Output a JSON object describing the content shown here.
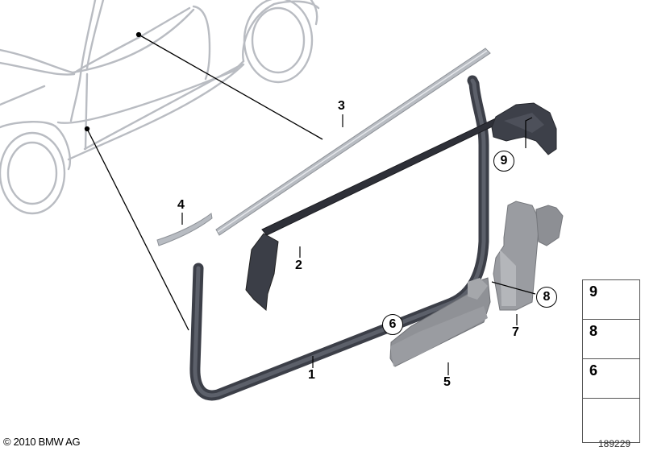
{
  "diagram": {
    "type": "exploded parts diagram",
    "subject": "Door weatherstrip and sill trim parts (MINI convertible side view)",
    "callouts": [
      {
        "id": "1",
        "label": "1",
        "style": "plain",
        "part": "door seal (lower/front)"
      },
      {
        "id": "2",
        "label": "2",
        "style": "plain",
        "part": "window channel seal with bracket"
      },
      {
        "id": "3",
        "label": "3",
        "style": "plain",
        "part": "outer trim strip (long)"
      },
      {
        "id": "4",
        "label": "4",
        "style": "plain",
        "part": "outer trim strip (short)"
      },
      {
        "id": "5",
        "label": "5",
        "style": "plain",
        "part": "lower trim block"
      },
      {
        "id": "6",
        "label": "6",
        "style": "circled",
        "part": "clip reference on part 5"
      },
      {
        "id": "7",
        "label": "7",
        "style": "plain",
        "part": "upright trim block"
      },
      {
        "id": "8",
        "label": "8",
        "style": "circled",
        "part": "clip reference on part 7"
      },
      {
        "id": "9",
        "label": "9",
        "style": "circled",
        "part": "clip reference on bracket"
      }
    ],
    "legend": [
      {
        "number": "9",
        "icon": "expanding-rivet-icon"
      },
      {
        "number": "8",
        "icon": "push-clip-icon"
      },
      {
        "number": "6",
        "icon": "star-washer-icon"
      },
      {
        "number": "",
        "icon": "front-direction-arrow-icon"
      }
    ],
    "copyright": "© 2010 BMW AG",
    "diagram_id": "189229"
  }
}
